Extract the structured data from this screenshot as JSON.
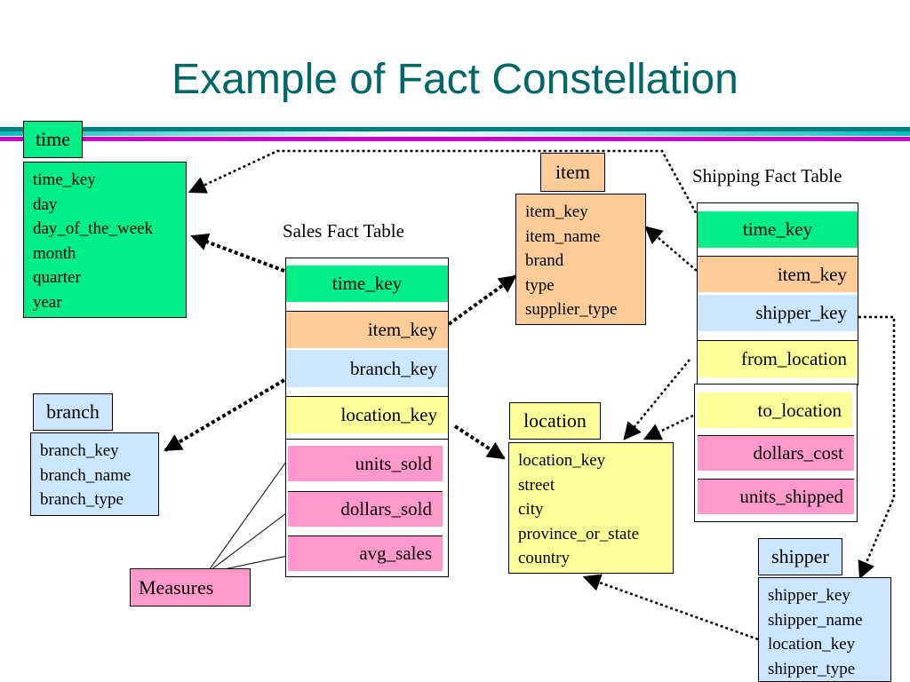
{
  "title": "Example of Fact Constellation",
  "colors": {
    "title": "#006666",
    "bar_teal": "#007f7f",
    "bar_cyan": "#00bfbf",
    "bar_magenta": "#cc00cc",
    "green": "#00ee88",
    "peach": "#fbcb98",
    "light_blue": "#cce6ff",
    "light_yellow": "#ffff99",
    "pink": "#ff99cc"
  },
  "dimensions": {
    "time": {
      "label": "time",
      "attributes": [
        "time_key",
        "day",
        "day_of_the_week",
        "month",
        "quarter",
        "year"
      ]
    },
    "item": {
      "label": "item",
      "attributes": [
        "item_key",
        "item_name",
        "brand",
        "type",
        "supplier_type"
      ]
    },
    "branch": {
      "label": "branch",
      "attributes": [
        "branch_key",
        "branch_name",
        "branch_type"
      ]
    },
    "location": {
      "label": "location",
      "attributes": [
        "location_key",
        "street",
        "city",
        "province_or_state",
        "country"
      ]
    },
    "shipper": {
      "label": "shipper",
      "attributes": [
        "shipper_key",
        "shipper_name",
        "location_key",
        "shipper_type"
      ]
    }
  },
  "sales_fact": {
    "label": "Sales Fact Table",
    "fields": [
      "time_key",
      "item_key",
      "branch_key",
      "location_key",
      "units_sold",
      "dollars_sold",
      "avg_sales"
    ]
  },
  "shipping_fact": {
    "label": "Shipping Fact Table",
    "fields": [
      "time_key",
      "item_key",
      "shipper_key",
      "from_location",
      "to_location",
      "dollars_cost",
      "units_shipped"
    ]
  },
  "measures_label": "Measures"
}
